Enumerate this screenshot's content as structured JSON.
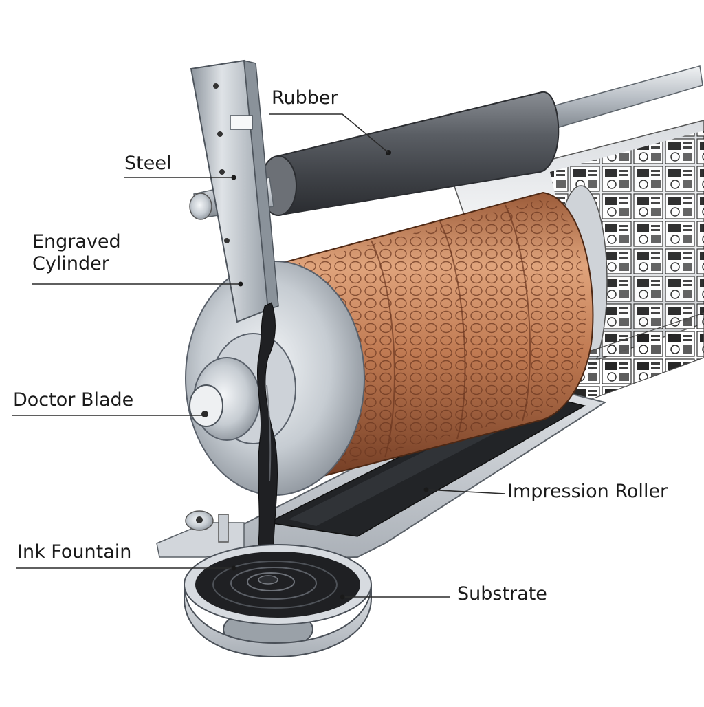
{
  "diagram": {
    "labels": {
      "rubber": "Rubber",
      "steel": "Steel",
      "engraved_cylinder": "Engraved\nCylinder",
      "doctor_blade": "Doctor Blade",
      "impression_roller": "Impression Roller",
      "ink_fountain": "Ink Fountain",
      "substrate": "Substrate"
    },
    "colors": {
      "copper": "#b8704a",
      "copper_light": "#e3a57f",
      "copper_dark": "#7a4026",
      "steel": "#a9b0b8",
      "steel_light": "#e6eaee",
      "steel_dark": "#6b727a",
      "rubber": "#4a4d52",
      "ink": "#1e1f22",
      "leader_line": "#2a2a2a"
    }
  }
}
